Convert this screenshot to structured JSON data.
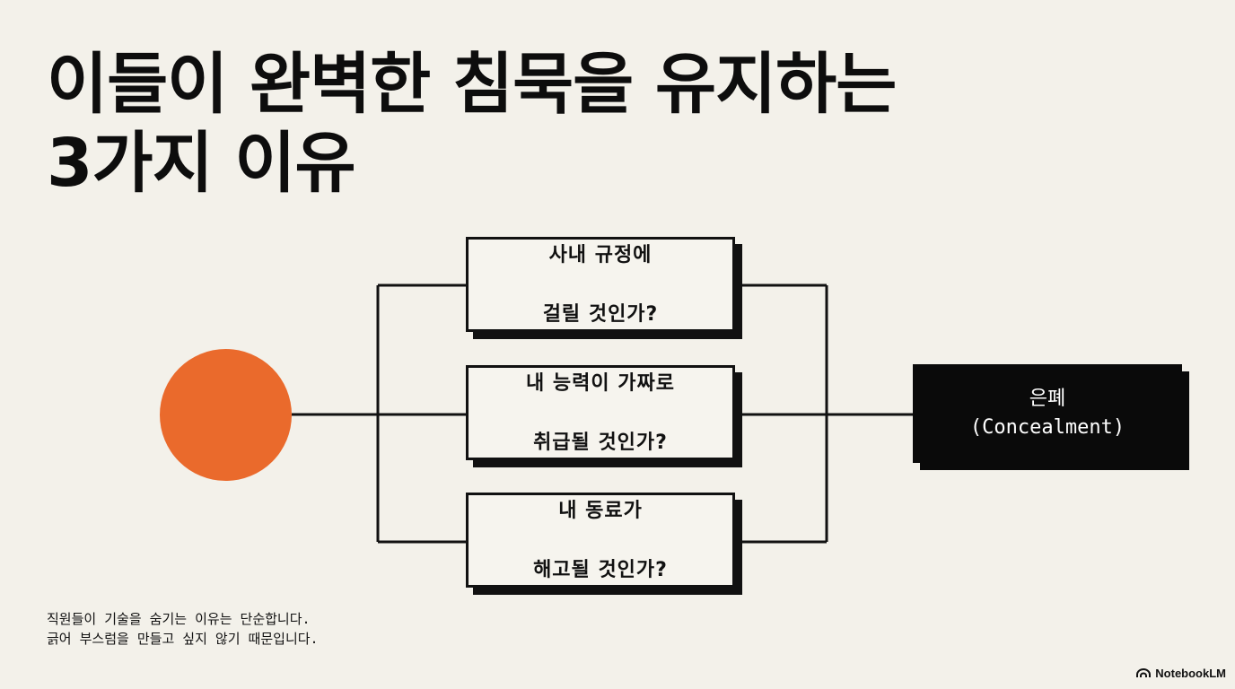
{
  "title": {
    "line1": "이들이 완벽한 침묵을 유지하는",
    "line2": "3가지 이유"
  },
  "diagram": {
    "start_node_color": "#ea6a2c",
    "questions": [
      {
        "line1": "사내 규정에",
        "line2": "걸릴 것인가?"
      },
      {
        "line1": "내 능력이 가짜로",
        "line2": "취급될 것인가?"
      },
      {
        "line1": "내 동료가",
        "line2": "해고될 것인가?"
      }
    ],
    "result": {
      "korean": "은폐",
      "english": "(Concealment)"
    }
  },
  "footnote": {
    "line1": "직원들이 기술을 숨기는 이유는 단순합니다.",
    "line2": "긁어 부스럼을 만들고 싶지 않기 때문입니다."
  },
  "brand": {
    "label": "NotebookLM",
    "icon": "notebooklm-logo-icon"
  }
}
